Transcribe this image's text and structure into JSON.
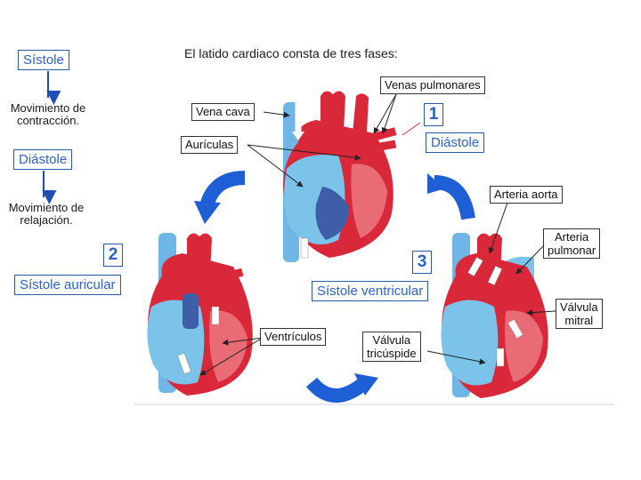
{
  "title": "El latido cardiaco consta de tres fases:",
  "sidebar": {
    "sistole": "Sístole",
    "sistole_desc_1": "Movimiento de",
    "sistole_desc_2": "contracción.",
    "diastole": "Diástole",
    "diastole_desc_1": "Movimiento de",
    "diastole_desc_2": "relajación."
  },
  "phases": [
    {
      "number": "1",
      "name": "Diástole"
    },
    {
      "number": "2",
      "name": "Sístole auricular"
    },
    {
      "number": "3",
      "name": "Sístole ventricular"
    }
  ],
  "labels": {
    "venas_pulmonares": "Venas pulmonares",
    "vena_cava": "Vena cava",
    "auriculas": "Aurículas",
    "arteria_aorta": "Arteria aorta",
    "arteria_pulmonar_1": "Arteria",
    "arteria_pulmonar_2": "pulmonar",
    "valvula_mitral_1": "Válvula",
    "valvula_mitral_2": "mitral",
    "ventriculos": "Ventrículos",
    "valvula_tricuspide_1": "Válvula",
    "valvula_tricuspide_2": "tricúspide"
  },
  "colors": {
    "oxygenated": "#d8283a",
    "deoxygenated": "#7cc3ea",
    "accent_blue": "#2a62c9",
    "arrow_blue": "#1f5fd6"
  }
}
